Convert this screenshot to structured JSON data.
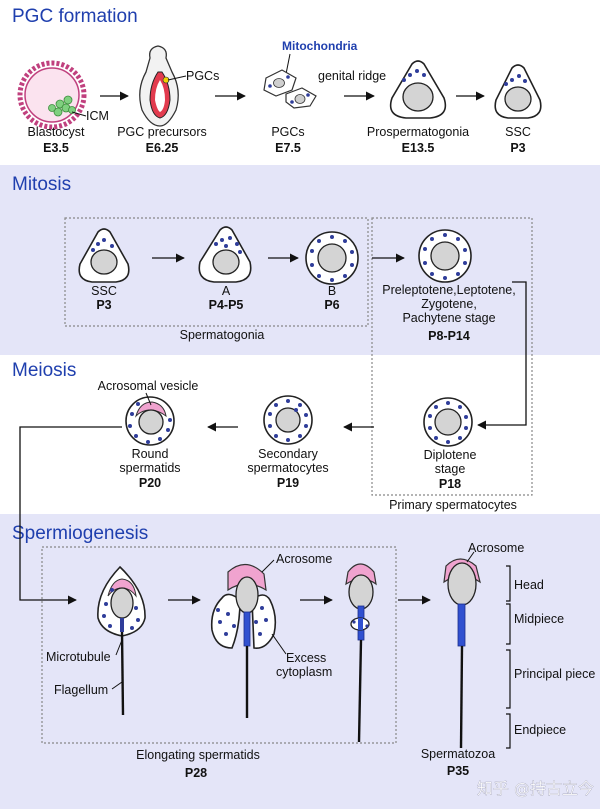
{
  "colors": {
    "band": "#e4e5f8",
    "title": "#1f3fae",
    "dot": "#2f3d9a",
    "pink": "#f0a3cf",
    "nucleus": "#d4d4d4",
    "blue": "#3050d0"
  },
  "sections": {
    "pgc": "PGC formation",
    "mitosis": "Mitosis",
    "meiosis": "Meiosis",
    "spermiogenesis": "Spermiogenesis"
  },
  "pgc": {
    "blastocyst": {
      "label": "Blastocyst",
      "stage": "E3.5",
      "icm": "ICM"
    },
    "precursors": {
      "label": "PGC precursors",
      "stage": "E6.25",
      "inner": "PGCs"
    },
    "pgcs": {
      "label": "PGCs",
      "stage": "E7.5",
      "mito": "Mitochondria"
    },
    "genital_ridge": "genital ridge",
    "prosperm": {
      "label": "Prospermatogonia",
      "stage": "E13.5"
    },
    "ssc": {
      "label": "SSC",
      "stage": "P3"
    }
  },
  "mitosis": {
    "ssc": {
      "label": "SSC",
      "stage": "P3"
    },
    "a": {
      "label": "A",
      "stage": "P4-P5"
    },
    "b": {
      "label": "B",
      "stage": "P6"
    },
    "spermatogonia": "Spermatogonia",
    "prelep": {
      "l1": "Preleptotene,Leptotene,",
      "l2": "Zygotene,",
      "l3": "Pachytene stage",
      "stage": "P8-P14"
    }
  },
  "meiosis": {
    "vesicle": "Acrosomal vesicle",
    "round": {
      "l1": "Round",
      "l2": "spermatids",
      "stage": "P20"
    },
    "secondary": {
      "l1": "Secondary",
      "l2": "spermatocytes",
      "stage": "P19"
    },
    "diplotene": {
      "l1": "Diplotene",
      "l2": "stage",
      "stage": "P18"
    },
    "primary": "Primary spermatocytes"
  },
  "spermiogenesis": {
    "acrosome1": "Acrosome",
    "acrosome2": "Acrosome",
    "microtubule": "Microtubule",
    "flagellum": "Flagellum",
    "excess1": "Excess",
    "excess2": "cytoplasm",
    "elongating": {
      "label": "Elongating spermatids",
      "stage": "P28"
    },
    "spermatozoa": {
      "label": "Spermatozoa",
      "stage": "P35"
    },
    "parts": {
      "head": "Head",
      "midpiece": "Midpiece",
      "principal": "Principal piece",
      "endpiece": "Endpiece"
    }
  },
  "watermark": "知乎 @持古立今"
}
